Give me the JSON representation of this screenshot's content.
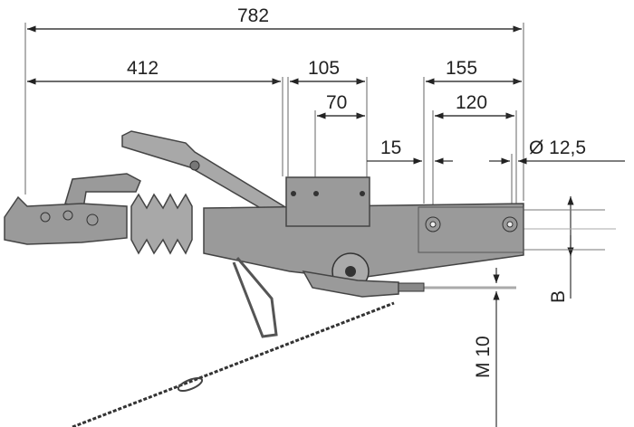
{
  "drawing": {
    "dimensions": {
      "overall_length": "782",
      "front_to_bracket": "412",
      "bracket_width": "105",
      "bracket_hole_spacing": "70",
      "rear_mount_length": "155",
      "rear_hole_spacing": "120",
      "hole_offset": "15",
      "hole_diameter": "Ø 12,5",
      "drawbar_height": "B",
      "thread": "M 10"
    }
  }
}
